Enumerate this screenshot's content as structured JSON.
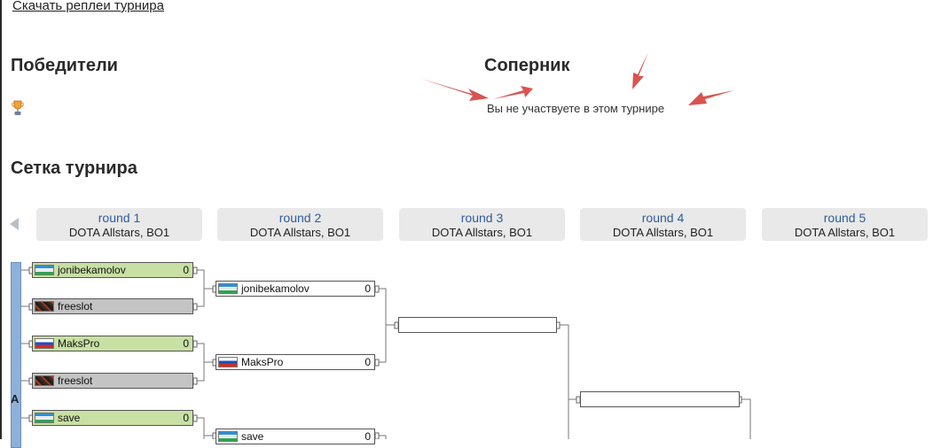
{
  "links": {
    "download_replays": "Скачать реплеи турнира"
  },
  "sections": {
    "winners": "Победители",
    "opponent": "Соперник",
    "bracket": "Сетка турнира"
  },
  "opponent_status": "Вы не участвуете в этом турнире",
  "rounds": [
    {
      "name": "round 1",
      "format": "DOTA Allstars, BO1"
    },
    {
      "name": "round 2",
      "format": "DOTA Allstars, BO1"
    },
    {
      "name": "round 3",
      "format": "DOTA Allstars, BO1"
    },
    {
      "name": "round 4",
      "format": "DOTA Allstars, BO1"
    },
    {
      "name": "round 5",
      "format": "DOTA Allstars, BO1"
    }
  ],
  "group": "A",
  "round1_slots": [
    {
      "name": "jonibekamolov",
      "score": "0",
      "flag": "uz-flag-icon"
    },
    {
      "name": "freeslot",
      "score": "",
      "flag": "freeslot-icon"
    },
    {
      "name": "MaksPro",
      "score": "0",
      "flag": "ru-flag-icon"
    },
    {
      "name": "freeslot",
      "score": "",
      "flag": "freeslot-icon"
    },
    {
      "name": "save",
      "score": "0",
      "flag": "uz-flag-icon"
    }
  ],
  "round2_slots": [
    {
      "name": "jonibekamolov",
      "score": "0",
      "flag": "uz-flag-icon"
    },
    {
      "name": "MaksPro",
      "score": "0",
      "flag": "ru-flag-icon"
    },
    {
      "name": "save",
      "score": "0",
      "flag": "uz-flag-icon"
    }
  ],
  "round3_slots": [
    {
      "name": "",
      "score": ""
    }
  ],
  "round4_slots": [
    {
      "name": "",
      "score": ""
    }
  ],
  "colors": {
    "winner_bg": "#c8e0a4",
    "freeslot_bg": "#c4c4c4",
    "round_link": "#2e5d9e",
    "annotation_arrow": "#d9534f"
  }
}
